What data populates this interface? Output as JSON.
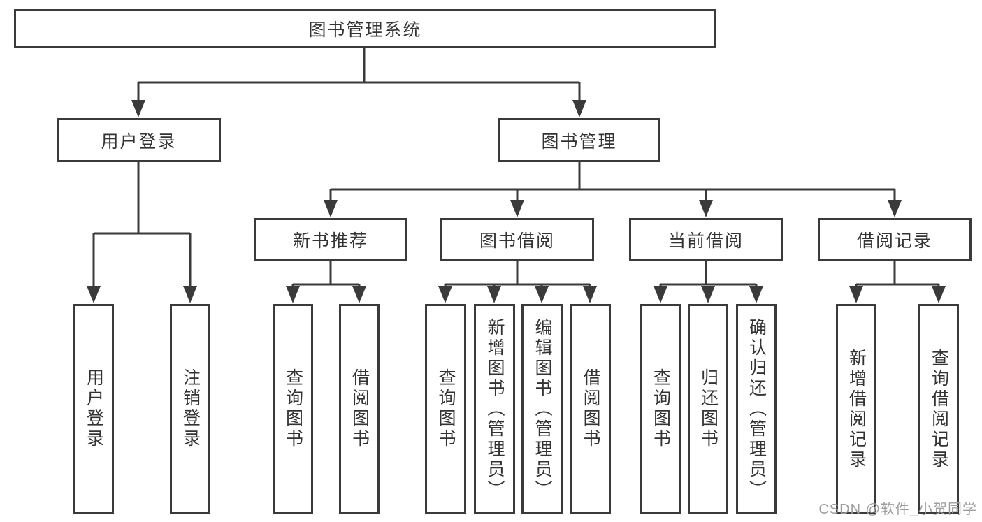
{
  "diagram": {
    "title": "图书管理系统",
    "level2": {
      "user_login": "用户登录",
      "book_management": "图书管理"
    },
    "level3": {
      "new_book_rec": "新书推荐",
      "book_borrow": "图书借阅",
      "current_borrow": "当前借阅",
      "borrow_records": "借阅记录"
    },
    "leaves": {
      "user_login": "用户登录",
      "logout": "注销登录",
      "rec_query": "查询图书",
      "rec_borrow": "借阅图书",
      "bb_query": "查询图书",
      "bb_add": "新增图书（管理员）",
      "bb_edit": "编辑图书（管理员）",
      "bb_borrow": "借阅图书",
      "cb_query": "查询图书",
      "cb_return": "归还图书",
      "cb_confirm": "确认归还（管理员）",
      "br_add": "新增借阅记录",
      "br_query": "查询借阅记录"
    }
  },
  "watermark": "CSDN @软件_小贺同学",
  "colors": {
    "line": "#3a3a3a",
    "text": "#333333",
    "background": "#ffffff",
    "watermark": "#9e9e9e"
  }
}
